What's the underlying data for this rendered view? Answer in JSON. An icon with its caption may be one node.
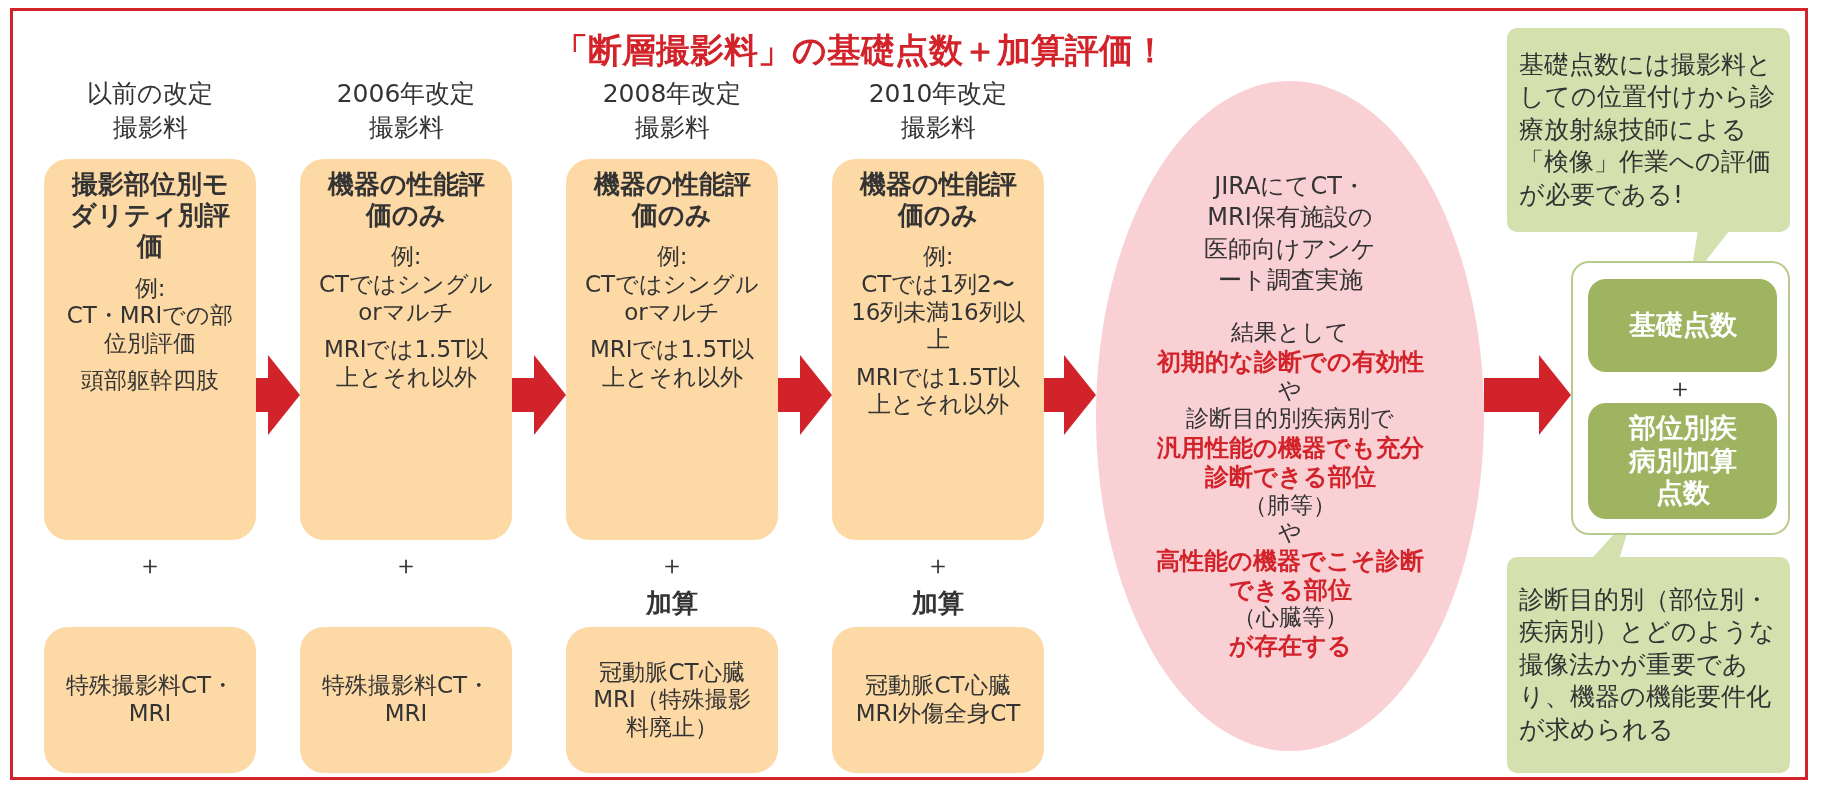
{
  "diagram": {
    "title": "「断層撮影料」の基礎点数＋加算評価！",
    "nodes": [
      {
        "text": [
          "以前の改定",
          "撮影料",
          "撮影部位別モダリティ別評価",
          "例:",
          "CT・MRIでの部位別評価",
          "頭部躯幹四肢"
        ]
      },
      {
        "text": [
          "2006年改定",
          "撮影料",
          "機器の性能評価のみ",
          "例:",
          "CTではシングルorマルチ",
          "MRIでは1.5T以上とそれ以外"
        ]
      },
      {
        "text": [
          "2008年改定",
          "撮影料",
          "機器の性能評価のみ",
          "例:",
          "CTではシングルorマルチ",
          "MRIでは1.5T以上とそれ以外"
        ]
      },
      {
        "text": [
          "2010年改定",
          "撮影料",
          "機器の性能評価のみ",
          "例:",
          "CTでは1列2〜16列未満16列以上",
          "MRIでは1.5T以上とそれ以外"
        ]
      },
      {
        "text": [
          "特殊撮影料CT・MRI"
        ]
      },
      {
        "text": [
          "特殊撮影料CT・MRI"
        ]
      },
      {
        "text": [
          "冠動脈CT心臓MRI（特殊撮影料廃止）"
        ]
      },
      {
        "text": [
          "冠動脈CT心臓MRI外傷全身CT"
        ]
      },
      {
        "text": [
          "JIRAにてCT・MRI保有施設の医師向けアンケート調査実施",
          "結果として",
          "初期的な診断での有効性",
          "や",
          "診断目的別疾病別で",
          "汎用性能の機器でも充分診断できる部位",
          "（肺等）",
          "や",
          "高性能の機器でこそ診断できる部位",
          "（心臓等）",
          "が存在する"
        ]
      },
      {
        "text": [],
        "shape": "box"
      },
      {
        "text": [
          "基礎点数"
        ],
        "in": 9
      },
      {
        "text": [
          "部位別疾病別加算点数"
        ],
        "in": 9
      },
      {
        "text": [
          "基礎点数には撮影料としての位置付けから診療放射線技師による「検像」作業への評価が必要である!"
        ]
      },
      {
        "text": [
          "診断目的別（部位別・疾病別）とどのような撮像法かが重要であり、機器の機能要件化が求められる"
        ]
      }
    ],
    "edges": [
      {
        "from": 0,
        "to": 1,
        "arrow": "to"
      },
      {
        "from": 1,
        "to": 2,
        "arrow": "to"
      },
      {
        "from": 2,
        "to": 3,
        "arrow": "to"
      },
      {
        "from": 3,
        "to": 8,
        "arrow": "to"
      },
      {
        "from": 8,
        "to": 9,
        "arrow": "to"
      },
      {
        "from": 12,
        "to": 10,
        "arrow": "to",
        "color": "#d4e0ae"
      },
      {
        "from": 13,
        "to": 11,
        "arrow": "to",
        "color": "#d4e0ae"
      }
    ],
    "labels": [
      "＋",
      "＋",
      "＋",
      "＋",
      "加算",
      "加算",
      "＋"
    ]
  }
}
